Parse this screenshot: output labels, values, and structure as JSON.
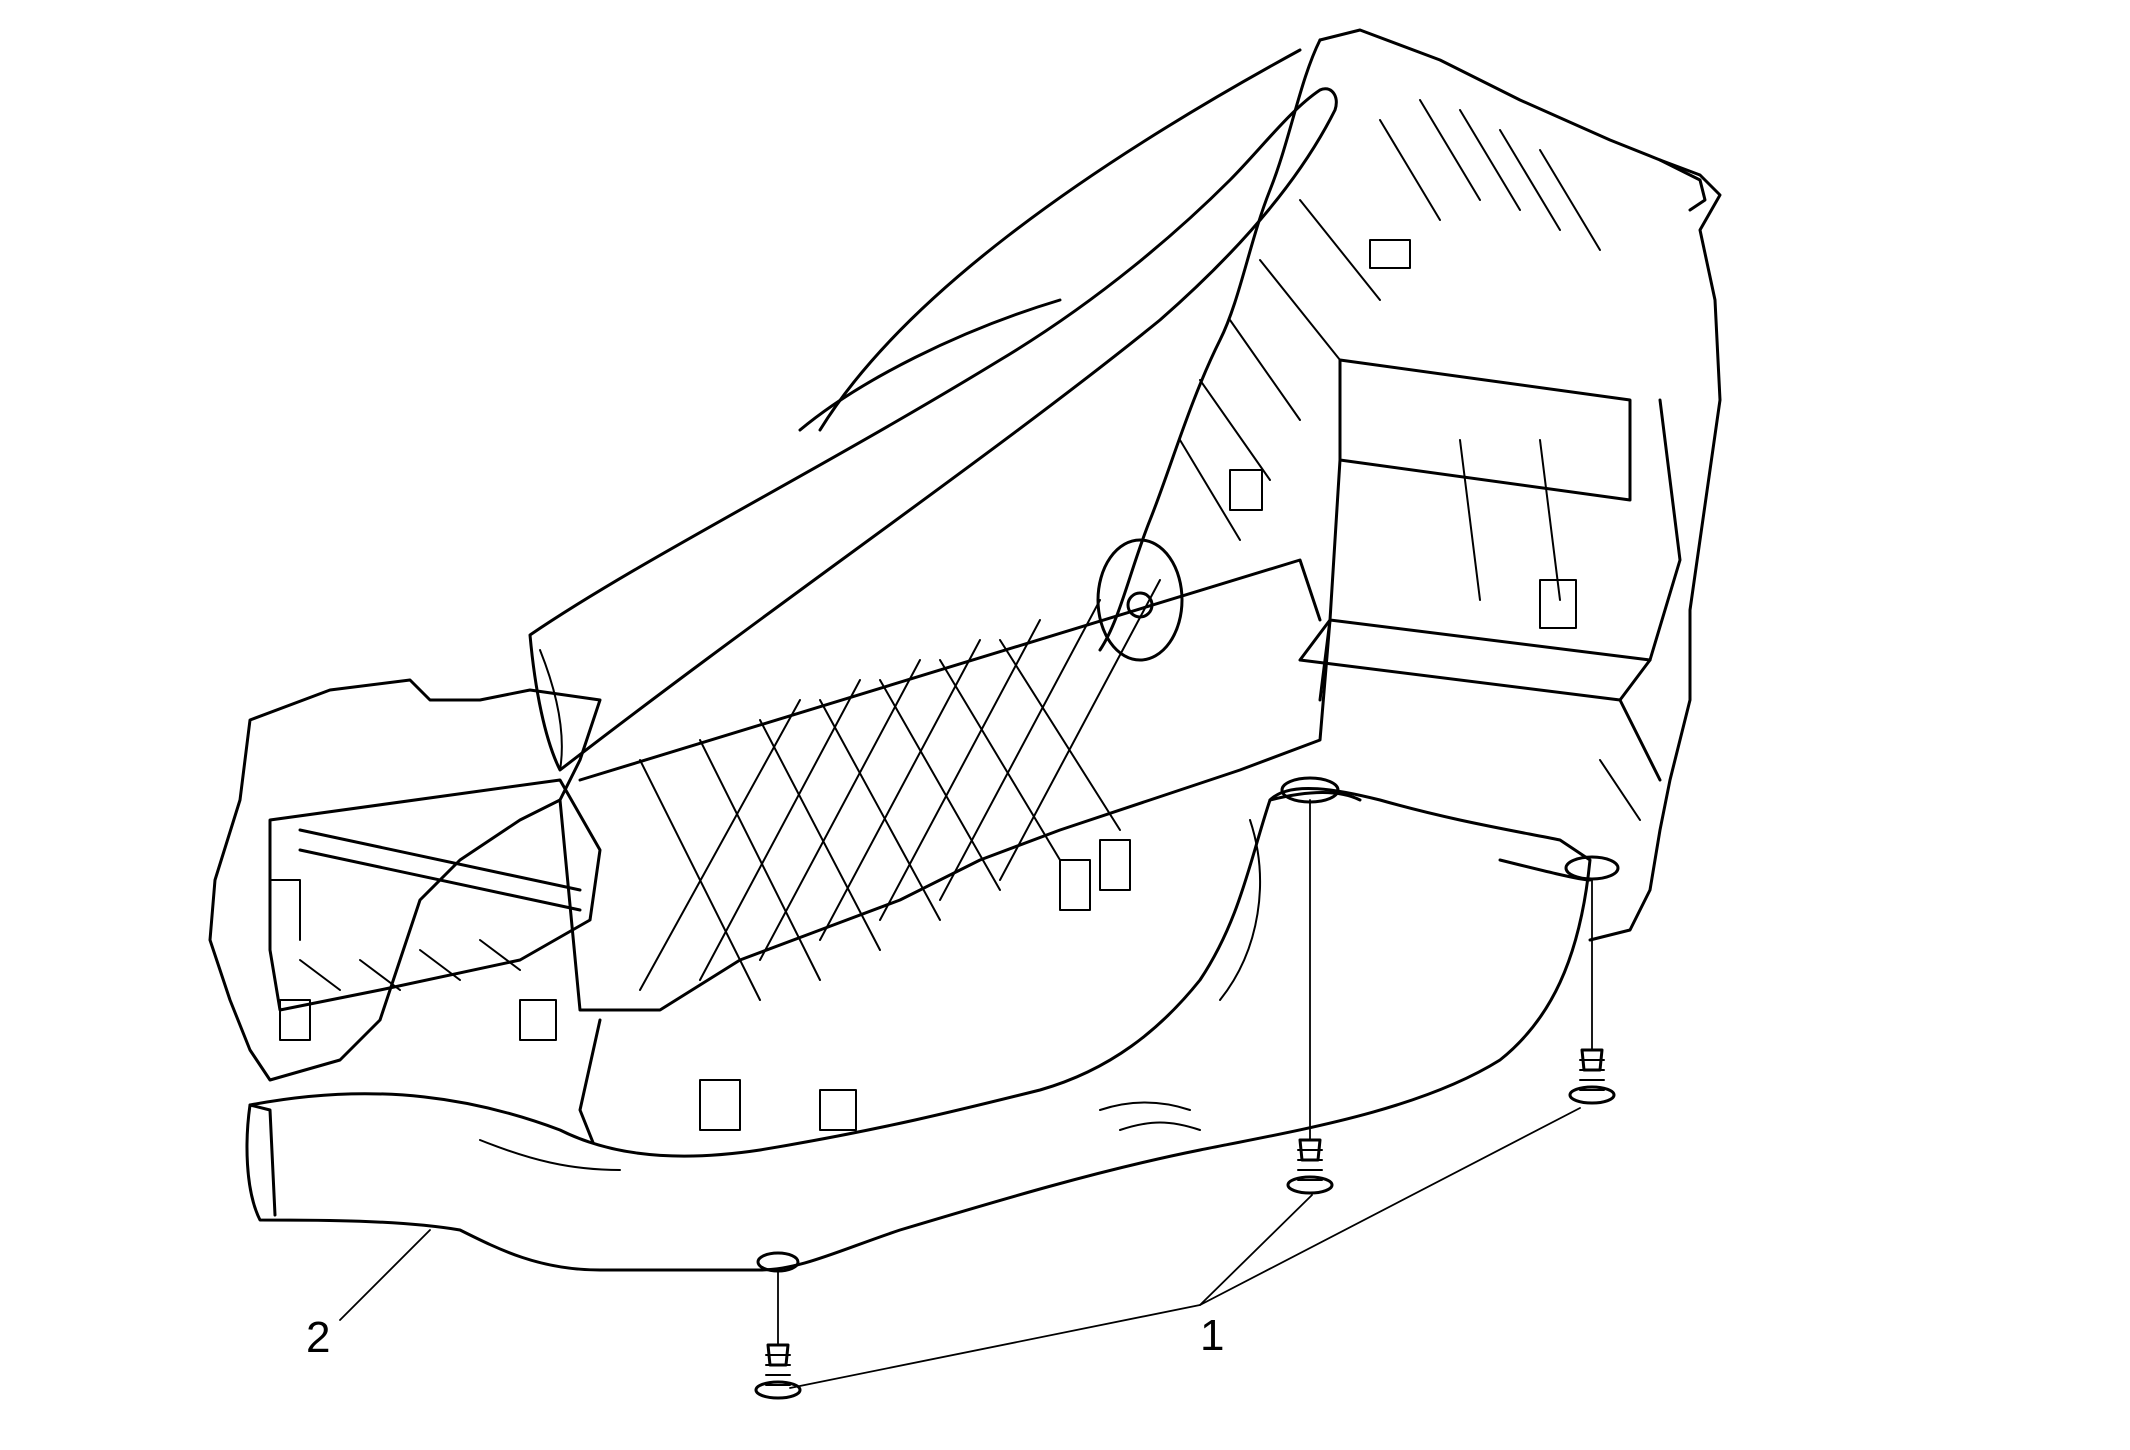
{
  "diagram": {
    "callouts": {
      "fasteners": "1",
      "cover": "2"
    },
    "colors": {
      "line": "#000000",
      "background": "#ffffff"
    },
    "parts": [
      "console-housing",
      "console-lid",
      "lower-trim-cover",
      "push-pin-fastener"
    ]
  }
}
